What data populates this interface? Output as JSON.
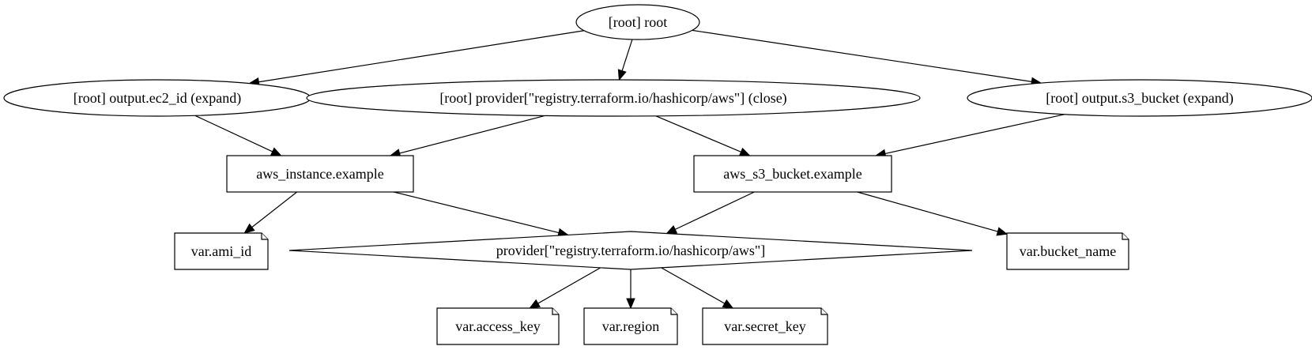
{
  "nodes": {
    "root": {
      "label": "[root] root",
      "shape": "ellipse"
    },
    "output_ec2_id": {
      "label": "[root] output.ec2_id (expand)",
      "shape": "ellipse"
    },
    "provider_close": {
      "label": "[root] provider[\"registry.terraform.io/hashicorp/aws\"] (close)",
      "shape": "ellipse"
    },
    "output_s3_bucket": {
      "label": "[root] output.s3_bucket (expand)",
      "shape": "ellipse"
    },
    "aws_instance": {
      "label": "aws_instance.example",
      "shape": "box"
    },
    "aws_s3_bucket": {
      "label": "aws_s3_bucket.example",
      "shape": "box"
    },
    "var_ami_id": {
      "label": "var.ami_id",
      "shape": "note"
    },
    "provider": {
      "label": "provider[\"registry.terraform.io/hashicorp/aws\"]",
      "shape": "diamond"
    },
    "var_bucket_name": {
      "label": "var.bucket_name",
      "shape": "note"
    },
    "var_access_key": {
      "label": "var.access_key",
      "shape": "note"
    },
    "var_region": {
      "label": "var.region",
      "shape": "note"
    },
    "var_secret_key": {
      "label": "var.secret_key",
      "shape": "note"
    }
  },
  "edges": [
    {
      "from": "root",
      "to": "output_ec2_id"
    },
    {
      "from": "root",
      "to": "provider_close"
    },
    {
      "from": "root",
      "to": "output_s3_bucket"
    },
    {
      "from": "output_ec2_id",
      "to": "aws_instance"
    },
    {
      "from": "provider_close",
      "to": "aws_instance"
    },
    {
      "from": "provider_close",
      "to": "aws_s3_bucket"
    },
    {
      "from": "output_s3_bucket",
      "to": "aws_s3_bucket"
    },
    {
      "from": "aws_instance",
      "to": "var_ami_id"
    },
    {
      "from": "aws_instance",
      "to": "provider"
    },
    {
      "from": "aws_s3_bucket",
      "to": "provider"
    },
    {
      "from": "aws_s3_bucket",
      "to": "var_bucket_name"
    },
    {
      "from": "provider",
      "to": "var_access_key"
    },
    {
      "from": "provider",
      "to": "var_region"
    },
    {
      "from": "provider",
      "to": "var_secret_key"
    }
  ]
}
